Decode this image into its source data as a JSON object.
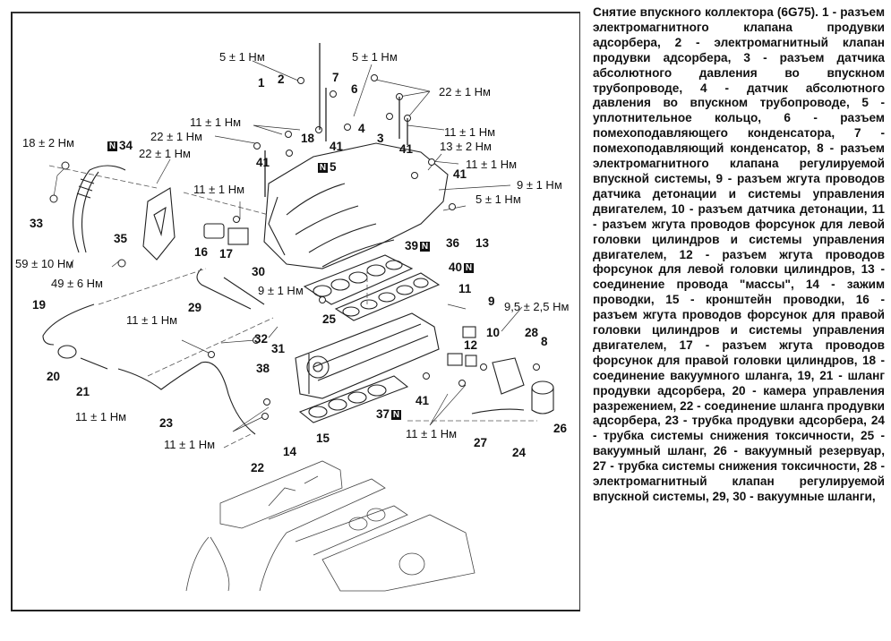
{
  "caption": {
    "title": "Снятие впускного коллектора (6G75).",
    "body": "1 - разъем электромагнитного клапана продувки адсорбера, 2 - электромагнитный клапан продувки адсорбера, 3 - разъем датчика абсолютного давления во впускном трубопроводе, 4 - датчик абсолютного давления во впускном трубопроводе, 5 - уплотнительное кольцо, 6 - разъем помехоподавляющего конденсатора, 7 - помехоподавляющий конденсатор, 8 - разъем электромагнитного клапана регулируемой впускной системы, 9 - разъем жгута проводов датчика детонации и системы управления двигателем, 10 - разъем датчика детонации, 11 - разъем жгута проводов форсунок для левой головки цилиндров и системы управления двигателем, 12 - разъем жгута проводов форсунок для левой головки цилиндров, 13 - соединение провода \"массы\", 14 - зажим проводки, 15 - кронштейн проводки, 16 - разъем жгута проводов форсунок для правой головки цилиндров и системы управления двигателем, 17 - разъем жгута проводов форсунок для правой головки цилиндров, 18 - соединение вакуумного шланга, 19, 21 - шланг продувки адсорбера, 20 - камера управления разрежением, 22 - соединение шланга продувки адсорбера, 23 - трубка продувки адсорбера, 24 - трубка системы снижения токсичности, 25 - вакуумный шланг, 26 - вакуумный резервуар, 27 - трубка системы снижения токсичности, 28 - электромагнитный клапан регулируемой впускной системы, 29, 30 - вакуумные шланги,"
  },
  "diagram": {
    "new_part_marker": "N",
    "torque_labels": [
      {
        "id": "t1",
        "text": "5 ± 1 Нм"
      },
      {
        "id": "t2",
        "text": "5 ± 1 Нм"
      },
      {
        "id": "t3",
        "text": "22 ± 1 Нм"
      },
      {
        "id": "t4",
        "text": "11 ± 1 Нм"
      },
      {
        "id": "t5",
        "text": "22 ± 1 Нм"
      },
      {
        "id": "t6",
        "text": "11 ± 1 Нм"
      },
      {
        "id": "t7",
        "text": "18 ± 2 Нм"
      },
      {
        "id": "t8",
        "text": "22 ± 1 Нм"
      },
      {
        "id": "t9",
        "text": "13 ± 2 Нм"
      },
      {
        "id": "t10",
        "text": "11 ± 1 Нм"
      },
      {
        "id": "t11",
        "text": "11 ± 1 Нм"
      },
      {
        "id": "t12",
        "text": "9 ± 1 Нм"
      },
      {
        "id": "t13",
        "text": "5 ± 1 Нм"
      },
      {
        "id": "t14",
        "text": "59 ± 10 Нм"
      },
      {
        "id": "t15",
        "text": "49 ± 6 Нм"
      },
      {
        "id": "t16",
        "text": "9 ± 1 Нм"
      },
      {
        "id": "t17",
        "text": "11 ± 1 Нм"
      },
      {
        "id": "t18",
        "text": "9,5 ± 2,5 Нм"
      },
      {
        "id": "t19",
        "text": "11 ± 1 Нм"
      },
      {
        "id": "t20",
        "text": "11 ± 1 Нм"
      },
      {
        "id": "t21",
        "text": "11 ± 1 Нм"
      }
    ],
    "part_numbers": [
      "1",
      "2",
      "3",
      "4",
      "N5",
      "6",
      "7",
      "8",
      "9",
      "10",
      "11",
      "12",
      "13",
      "14",
      "15",
      "16",
      "17",
      "18",
      "19",
      "20",
      "21",
      "22",
      "23",
      "24",
      "25",
      "26",
      "27",
      "28",
      "29",
      "30",
      "31",
      "32",
      "33",
      "N34",
      "35",
      "36",
      "37N",
      "38",
      "39N",
      "40N",
      "41",
      "41",
      "41",
      "41",
      "41"
    ]
  }
}
